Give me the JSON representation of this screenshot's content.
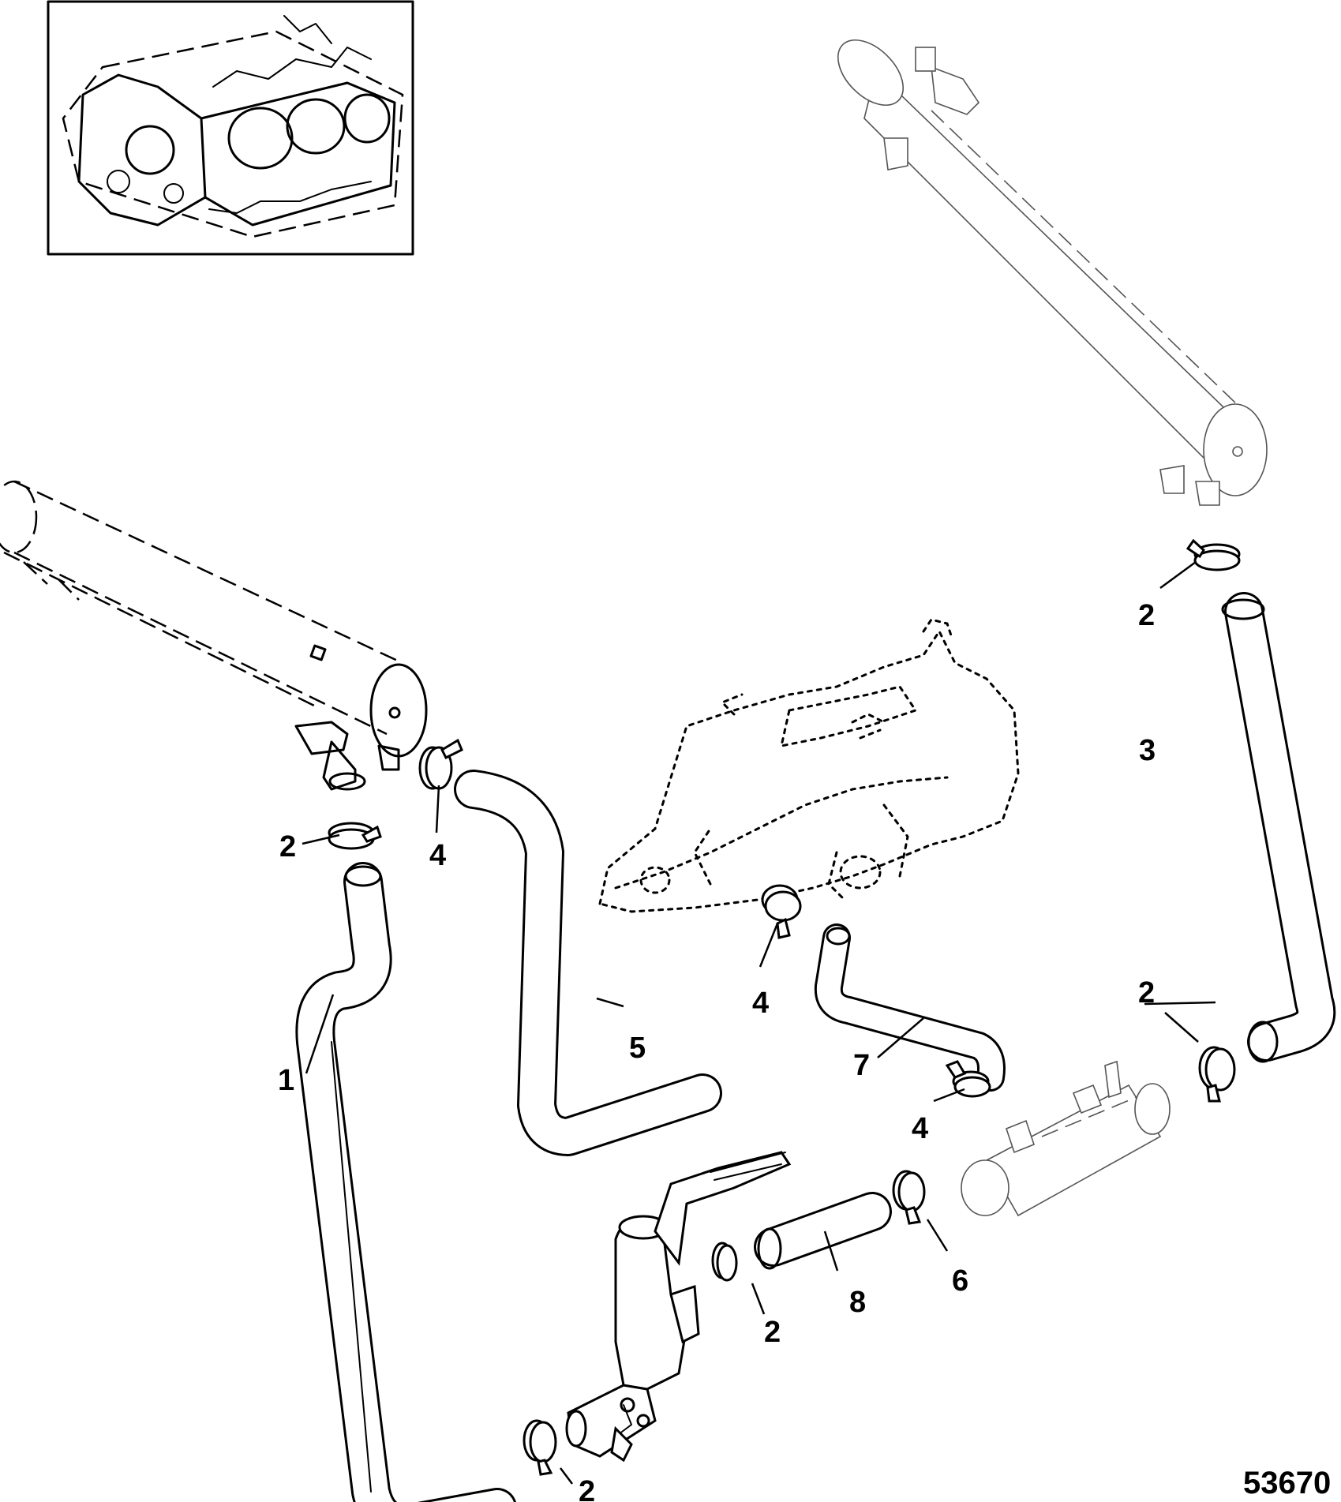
{
  "figure_number": "53670",
  "callouts": [
    {
      "id": "c1",
      "label": "1"
    },
    {
      "id": "c2a",
      "label": "2"
    },
    {
      "id": "c2b",
      "label": "2"
    },
    {
      "id": "c2c",
      "label": "2"
    },
    {
      "id": "c2d",
      "label": "2"
    },
    {
      "id": "c2e",
      "label": "2"
    },
    {
      "id": "c2f",
      "label": "2"
    },
    {
      "id": "c3",
      "label": "3"
    },
    {
      "id": "c4a",
      "label": "4"
    },
    {
      "id": "c4b",
      "label": "4"
    },
    {
      "id": "c4c",
      "label": "4"
    },
    {
      "id": "c5",
      "label": "5"
    },
    {
      "id": "c6",
      "label": "6"
    },
    {
      "id": "c7",
      "label": "7"
    },
    {
      "id": "c8",
      "label": "8"
    }
  ],
  "icons": {
    "inset": "engine-block-icon",
    "left_cooler": "cooler-icon",
    "right_cooler": "cooler-icon",
    "manifold": "exhaust-manifold-icon",
    "thermostat": "thermostat-housing-icon",
    "fitting": "fitting-icon",
    "clamp": "hose-clamp-icon"
  }
}
